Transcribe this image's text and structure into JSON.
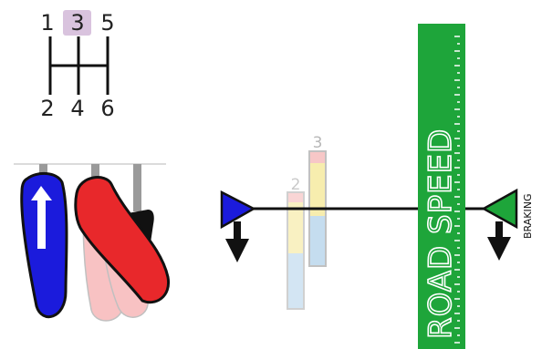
{
  "gearbox": {
    "top_gears": [
      "1",
      "3",
      "5"
    ],
    "bottom_gears": [
      "2",
      "4",
      "6"
    ],
    "selected_gear": "3",
    "highlight_color": "#d9c3de"
  },
  "gear_bars": [
    {
      "label": "2",
      "faded": true
    },
    {
      "label": "3",
      "faded": false
    }
  ],
  "road_speed": {
    "label": "ROAD SPEED",
    "color": "#1ea53a",
    "tick_color": "#ffffff"
  },
  "braking": {
    "label": "BRAKING",
    "marker_color": "#1ea53a"
  },
  "throttle": {
    "marker_color": "#1b1bdc",
    "pedal_color": "#1b1bdc",
    "direction": "up-arrow-icon"
  },
  "brake_pedal": {
    "pedal_color": "#e8282b"
  }
}
